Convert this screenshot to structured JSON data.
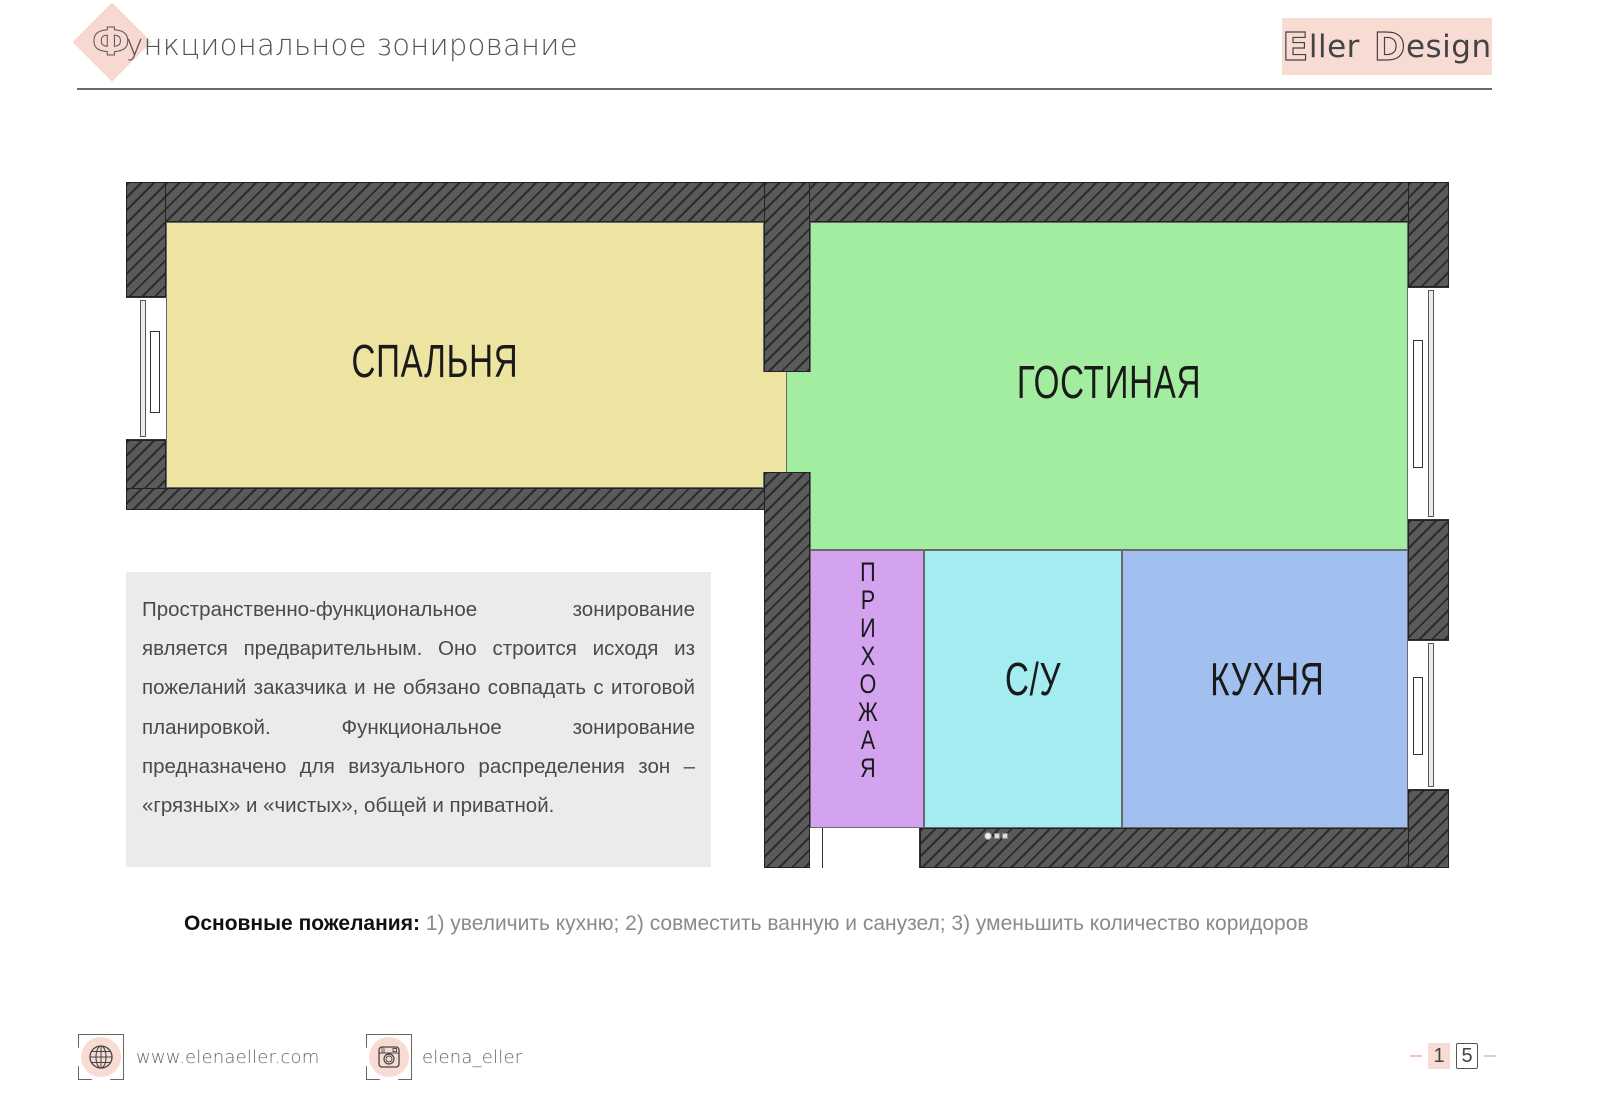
{
  "header": {
    "title_initial": "Ф",
    "title_rest": "ункциональное зонирование",
    "brand_initial_1": "E",
    "brand_rest_1": "ller",
    "brand_initial_2": "D",
    "brand_rest_2": "esign"
  },
  "plan": {
    "rooms": {
      "bedroom": {
        "label": "СПАЛЬНЯ",
        "color": "#ede4a1"
      },
      "living": {
        "label": "ГОСТИНАЯ",
        "color": "#a3eda0"
      },
      "hallway": {
        "label": "ПРИХОЖАЯ",
        "letters": [
          "П",
          "Р",
          "И",
          "Х",
          "О",
          "Ж",
          "А",
          "Я"
        ],
        "color": "#d4a3ef"
      },
      "bathroom": {
        "label": "С/У",
        "color": "#a3ecef"
      },
      "kitchen": {
        "label": "КУХНЯ",
        "color": "#a1c0ef"
      }
    },
    "wall_color": "#5a5a5a"
  },
  "note": {
    "text": "Пространственно-функциональное зонирование является предварительным. Оно строится исходя из пожеланий заказчика и не обязано совпадать с итоговой планировкой. Функциональное зонирование предназначено для визуального распределения зон – «грязных» и «чистых», общей и приватной."
  },
  "wishes": {
    "label": "Основные пожелания:",
    "text": " 1) увеличить кухню; 2) совместить ванную и санузел; 3) уменьшить количество коридоров"
  },
  "footer": {
    "website": "www.elenaeller.com",
    "instagram": "elena_eller",
    "current_page": "1",
    "total_pages": "5"
  },
  "colors": {
    "accent_pink": "#f8dcd3",
    "text_gray": "#555555"
  }
}
